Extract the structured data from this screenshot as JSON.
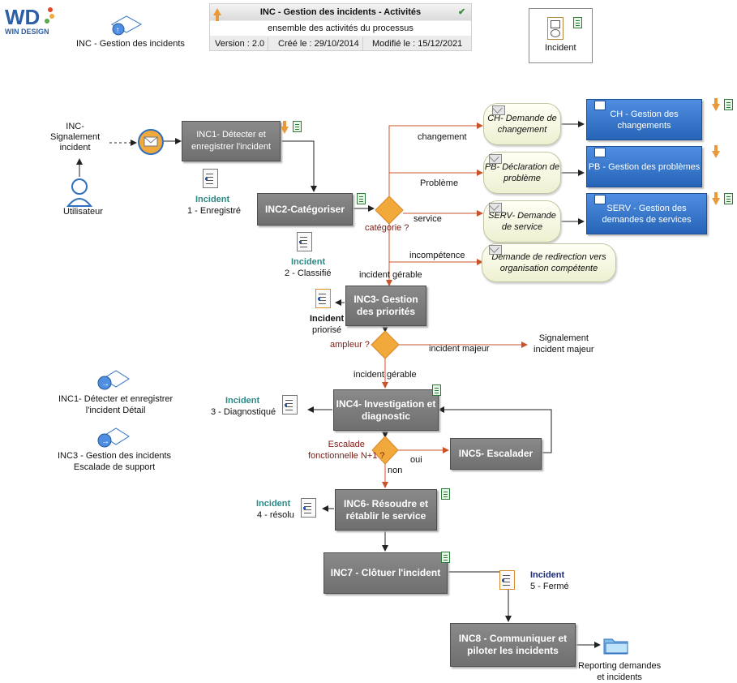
{
  "header": {
    "title": "INC - Gestion des incidents - Activités",
    "subtitle": "ensemble des activités du processus",
    "version": "Version : 2.0",
    "created": "Créé le : 29/10/2014",
    "modified": "Modifié le : 15/12/2021"
  },
  "logo": {
    "line1": "WD",
    "line2": "WIN DESIGN"
  },
  "top_link": "INC - Gestion des incidents",
  "legend": "Incident",
  "actor": {
    "event": "INC-\nSignalement\nincident",
    "name": "Utilisateur"
  },
  "processes": {
    "inc1": "INC1- Détecter et enregistrer l'incident",
    "inc2": "INC2-Catégoriser",
    "inc3": "INC3- Gestion des priorités",
    "inc4": "INC4- Investigation et diagnostic",
    "inc5": "INC5- Escalader",
    "inc6": "INC6- Résoudre et rétablir le service",
    "inc7": "INC7 - Clôtuer l'incident",
    "inc8": "INC8 - Communiquer et piloter les incidents"
  },
  "states": {
    "s1": {
      "title": "Incident",
      "label": "1 - Enregistré"
    },
    "s2": {
      "title": "Incident",
      "label": "2 - Classifié"
    },
    "s_prio": {
      "title": "Incident",
      "label": "priorisé"
    },
    "s3": {
      "title": "Incident",
      "label": "3 - Diagnostiqué"
    },
    "s4": {
      "title": "Incident",
      "label": "4 - résolu"
    },
    "s5": {
      "title": "Incident",
      "label": "5 - Fermé"
    }
  },
  "gateways": {
    "g1": "catégorie ?",
    "g2": "ampleur ?",
    "g3": "Escalade\nfonctionnelle N+1 ?"
  },
  "edges": {
    "changement": "changement",
    "probleme": "Problème",
    "service": "service",
    "incompetence": "incompétence",
    "gerable1": "incident gérable",
    "majeur": "incident majeur",
    "gerable2": "incident gérable",
    "oui": "oui",
    "non": "non"
  },
  "requests": {
    "ch": "CH- Demande de changement",
    "pb": "PB- Déclaration de problème",
    "serv": "SERV- Demande de service",
    "redir": "Demande de redirection vers organisation compétente"
  },
  "external": {
    "ch": "CH - Gestion des changements",
    "pb": "PB - Gestion des problèmes",
    "serv": "SERV - Gestion des demandes de services"
  },
  "outputs": {
    "major": "Signalement\nincident majeur",
    "reporting": "Reporting demandes\net incidents"
  },
  "left_links": {
    "l1": "INC1- Détecter et enregistrer\nl'incident Détail",
    "l2": "INC3 - Gestion des incidents\nEscalade de support"
  },
  "colors": {
    "process": "#7a7a7a",
    "external": "#2f6fc8",
    "gateway": "#f2a93b",
    "arrow_orange": "#c8522a"
  }
}
